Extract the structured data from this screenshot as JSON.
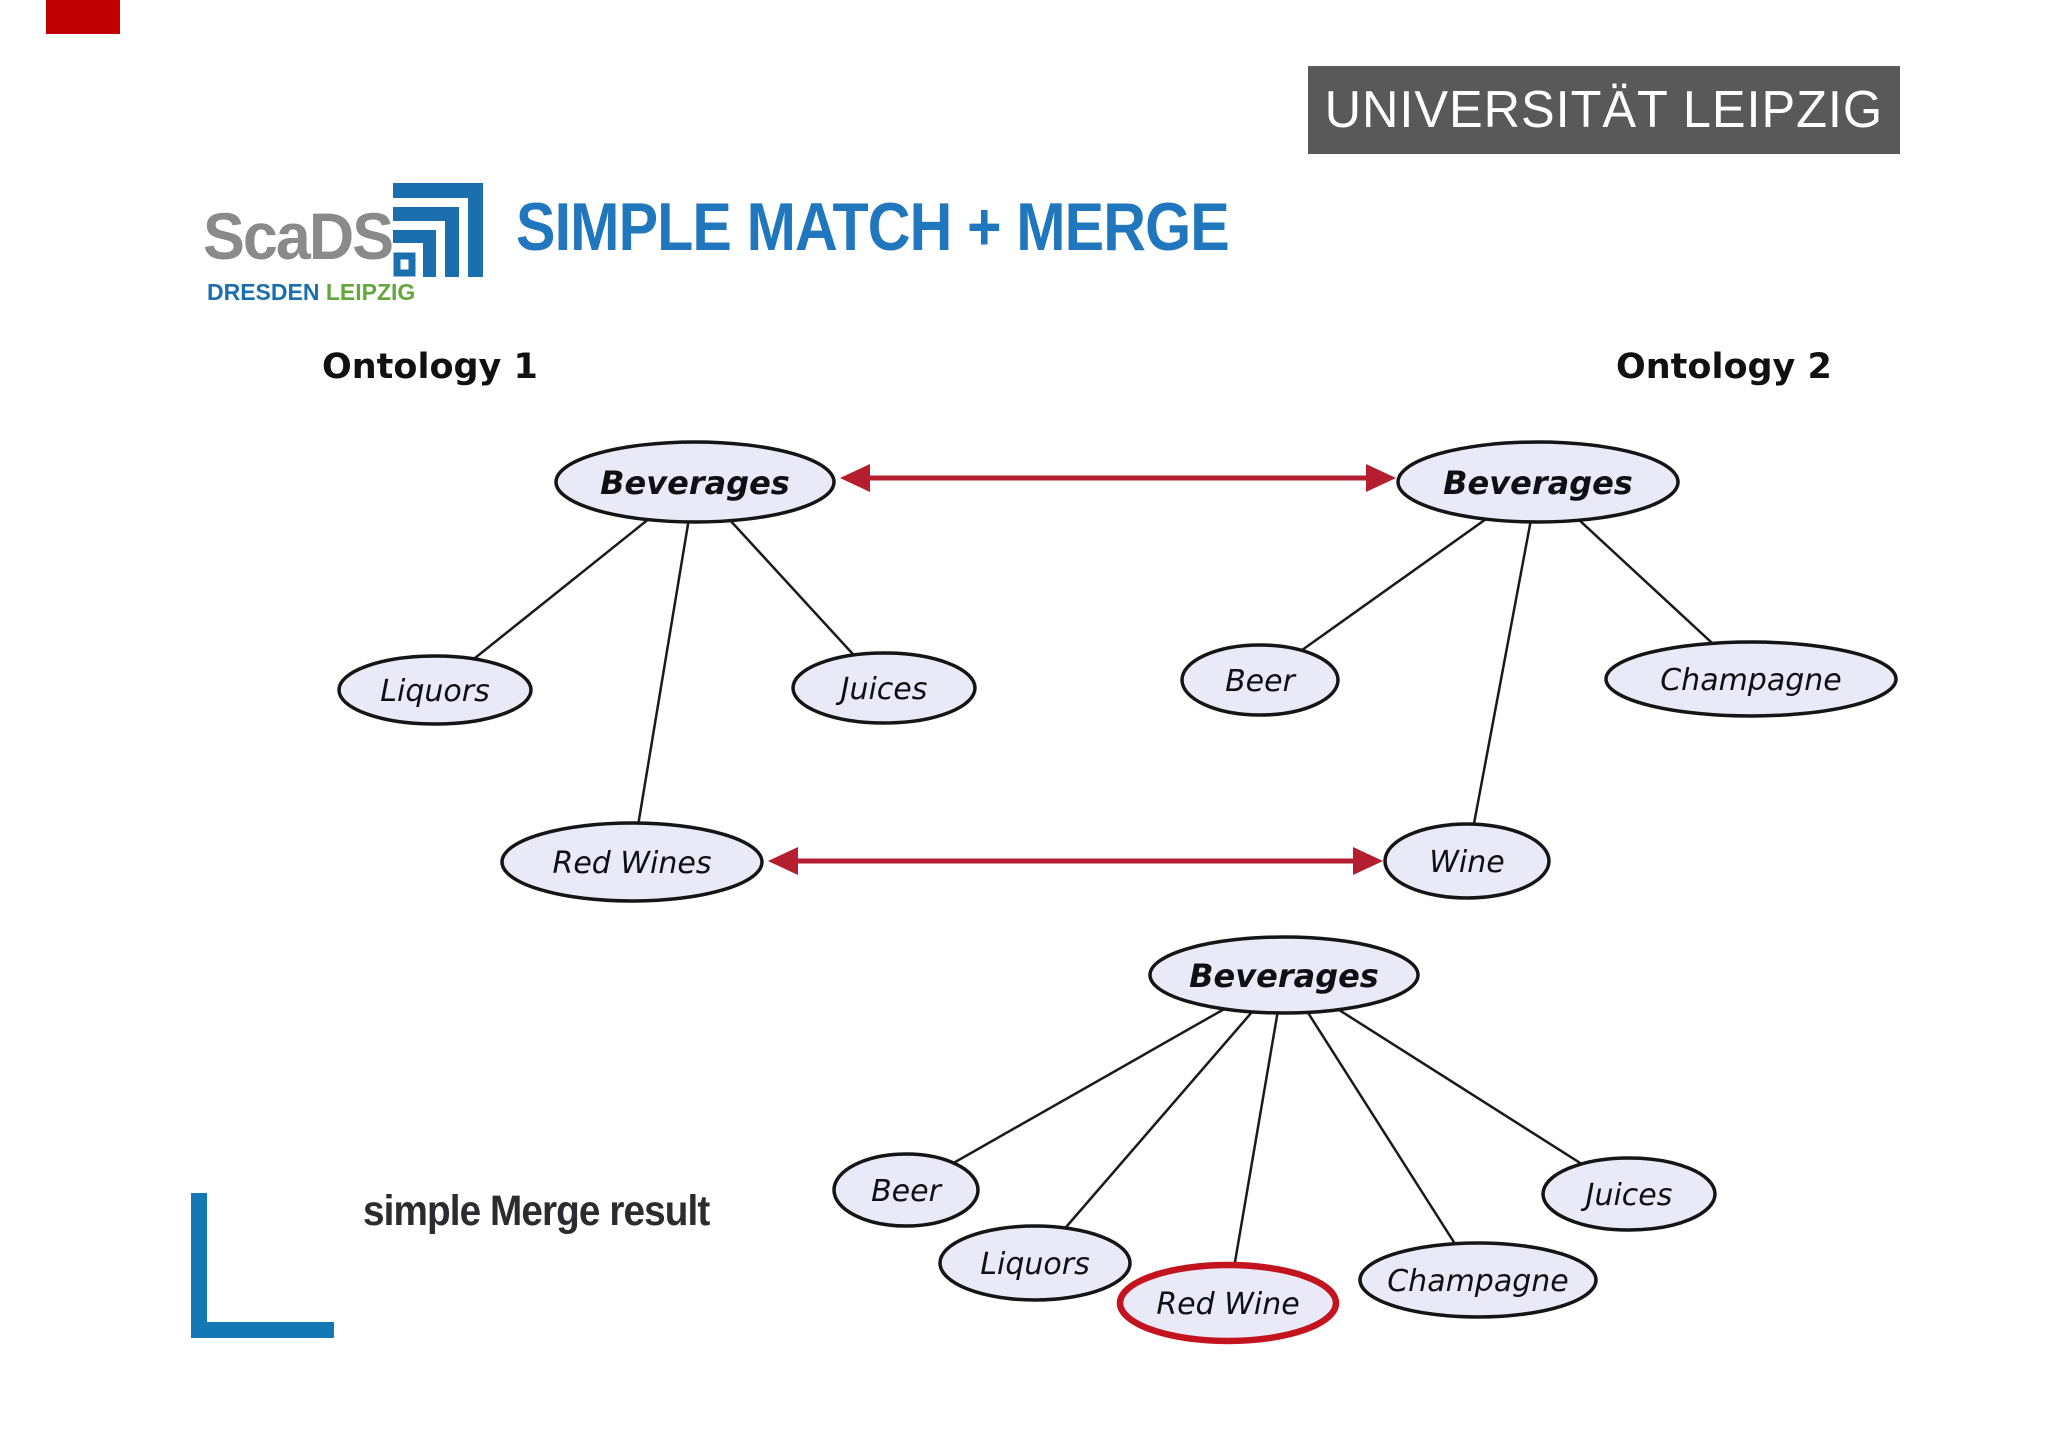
{
  "header": {
    "university_banner": "UNIVERSITÄT LEIPZIG",
    "logo": {
      "name": "ScaDS",
      "dresden": "DRESDEN",
      "leipzig": "LEIPZIG"
    },
    "title": "SIMPLE MATCH + MERGE"
  },
  "diagram": {
    "ontology1": {
      "label": "Ontology 1",
      "nodes": [
        {
          "label": "Beverages"
        },
        {
          "label": "Liquors"
        },
        {
          "label": "Red Wines"
        },
        {
          "label": "Juices"
        }
      ],
      "edges": [
        [
          "Beverages",
          "Liquors"
        ],
        [
          "Beverages",
          "Red Wines"
        ],
        [
          "Beverages",
          "Juices"
        ]
      ]
    },
    "ontology2": {
      "label": "Ontology 2",
      "nodes": [
        {
          "label": "Beverages"
        },
        {
          "label": "Beer"
        },
        {
          "label": "Wine"
        },
        {
          "label": "Champagne"
        }
      ],
      "edges": [
        [
          "Beverages",
          "Beer"
        ],
        [
          "Beverages",
          "Wine"
        ],
        [
          "Beverages",
          "Champagne"
        ]
      ]
    },
    "mappings": [
      {
        "from": "Beverages",
        "to": "Beverages"
      },
      {
        "from": "Red Wines",
        "to": "Wine"
      }
    ],
    "merge": {
      "caption": "simple Merge result",
      "nodes": [
        {
          "label": "Beverages"
        },
        {
          "label": "Beer"
        },
        {
          "label": "Liquors"
        },
        {
          "label": "Red Wine",
          "highlighted": true
        },
        {
          "label": "Champagne"
        },
        {
          "label": "Juices"
        }
      ],
      "edges": [
        [
          "Beverages",
          "Beer"
        ],
        [
          "Beverages",
          "Liquors"
        ],
        [
          "Beverages",
          "Red Wine"
        ],
        [
          "Beverages",
          "Champagne"
        ],
        [
          "Beverages",
          "Juices"
        ]
      ]
    }
  },
  "colors": {
    "accent_bar_red": "#c00000",
    "mapping_arrow_red": "#b51e2e",
    "highlight_ellipse_red": "#c3131f",
    "node_fill": "#e9e9f8",
    "title_blue": "#2177bd",
    "banner_gray": "#595959",
    "scads_gray": "#8a8a8a",
    "dresden_blue": "#1c6faf",
    "leipzig_green": "#64a73c",
    "corner_mark_blue": "#1477b6"
  }
}
